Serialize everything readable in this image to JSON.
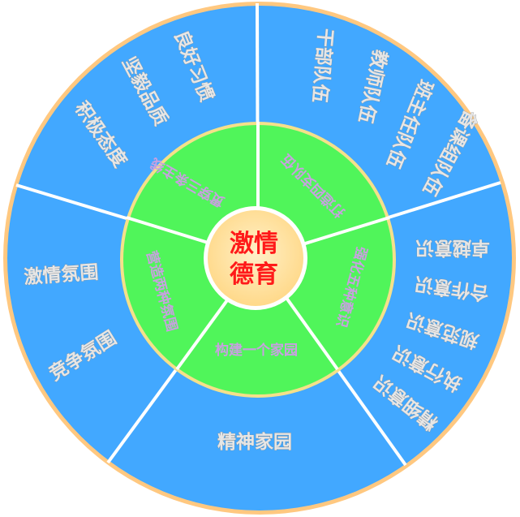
{
  "center": {
    "line1": "激情",
    "line2": "德育"
  },
  "inner_ring": {
    "segments": [
      {
        "label": "贯穿三条主线"
      },
      {
        "label": "打造四支队伍"
      },
      {
        "label": "强化五种意识"
      },
      {
        "label": "构建一个家园"
      },
      {
        "label": "营造两种氛围"
      }
    ]
  },
  "outer_ring": {
    "segments": [
      {
        "items": [
          "积极态度",
          "坚毅品质",
          "良好习惯"
        ]
      },
      {
        "items": [
          "干部队伍",
          "教师队伍",
          "班主任队伍",
          "备课组队伍"
        ]
      },
      {
        "items": [
          "卓越意识",
          "合作意识",
          "规范意识",
          "执行意识",
          "精细意识"
        ]
      },
      {
        "items": [
          "精神家园"
        ]
      },
      {
        "items": [
          "激情氛围",
          "竞争氛围"
        ]
      }
    ]
  },
  "colors": {
    "outer_fill": "#42a8ff",
    "outer_border": "#ffc880",
    "inner_fill": "#50f55a",
    "inner_border": "#f5e08a",
    "center_fill": "#ffe3a0",
    "center_border": "#ffffff",
    "center_text": "#ff1a1a",
    "inner_text": "#c8a0e0",
    "outer_text": "#e6e6e6",
    "divider": "#ffffff"
  }
}
